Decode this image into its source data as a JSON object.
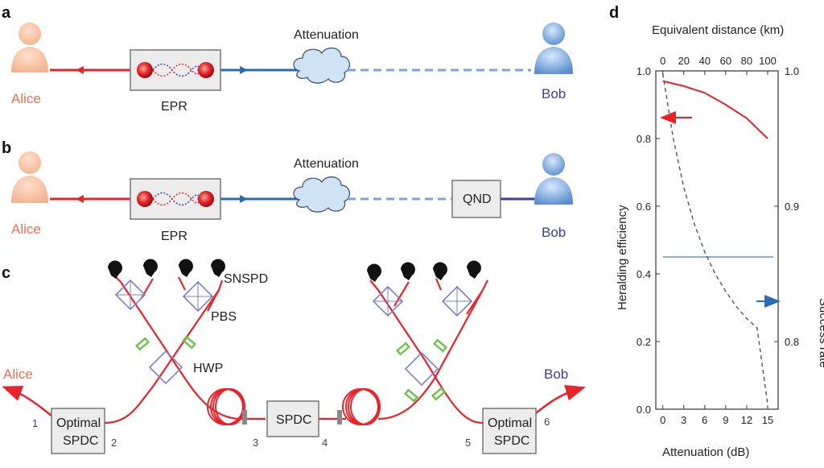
{
  "panels": {
    "a": {
      "letter": "a",
      "alice": "Alice",
      "bob": "Bob",
      "epr": "EPR",
      "attenuation": "Attenuation"
    },
    "b": {
      "letter": "b",
      "alice": "Alice",
      "bob": "Bob",
      "epr": "EPR",
      "attenuation": "Attenuation",
      "qnd": "QND"
    },
    "c": {
      "letter": "c",
      "alice": "Alice",
      "bob": "Bob",
      "snspd": "SNSPD",
      "pbs": "PBS",
      "hwp": "HWP",
      "spdc": "SPDC",
      "optimal_spdc_line1": "Optimal",
      "optimal_spdc_line2": "SPDC",
      "ports": [
        "1",
        "2",
        "3",
        "4",
        "5",
        "6"
      ]
    },
    "d": {
      "letter": "d"
    }
  },
  "colors": {
    "alice": "#f26d4f",
    "bob": "#3d3d9e",
    "red_fiber": "#e8242a",
    "blue_fiber": "#2b6cb3",
    "dashed": "#7aa5d8",
    "cloud": "#cfe3f5",
    "box_fill": "#ececec",
    "pbs": "#7b83c9",
    "hwp": "#6cc24a"
  },
  "chart_data": {
    "type": "line",
    "xlabel": "Attenuation (dB)",
    "x2label": "Equivalent distance (km)",
    "ylabel": "Heralding efficiency",
    "y2label": "Success rate",
    "xlim": [
      -1,
      16.5
    ],
    "ylim": [
      0,
      1.0
    ],
    "y2lim": [
      0.75,
      1.0
    ],
    "x_ticks": [
      0,
      3,
      6,
      9,
      12,
      15
    ],
    "x2_ticks": [
      0,
      20,
      40,
      60,
      80,
      100
    ],
    "y_ticks": [
      0,
      0.2,
      0.4,
      0.6,
      0.8,
      1.0
    ],
    "y2_ticks": [
      0.8,
      0.9,
      1.0
    ],
    "series": [
      {
        "axis": "left",
        "style": "solid",
        "color": "#e8242a",
        "x": [
          0,
          3,
          6,
          9,
          12,
          15
        ],
        "y": [
          0.97,
          0.955,
          0.935,
          0.9,
          0.86,
          0.8
        ]
      },
      {
        "axis": "left",
        "style": "solid",
        "color": "#8aaedb",
        "x": [
          0,
          3,
          6,
          9,
          12,
          15,
          15.8
        ],
        "y": [
          0.45,
          0.45,
          0.45,
          0.45,
          0.45,
          0.45,
          0.45
        ]
      },
      {
        "axis": "right",
        "style": "dashed",
        "color": "#555555",
        "x": [
          0,
          1.5,
          3,
          4.5,
          6,
          7.5,
          9,
          10.5,
          12,
          13.5,
          15
        ],
        "y": [
          0.998,
          0.95,
          0.914,
          0.887,
          0.866,
          0.85,
          0.837,
          0.826,
          0.817,
          0.81,
          0.7535
        ]
      }
    ]
  }
}
